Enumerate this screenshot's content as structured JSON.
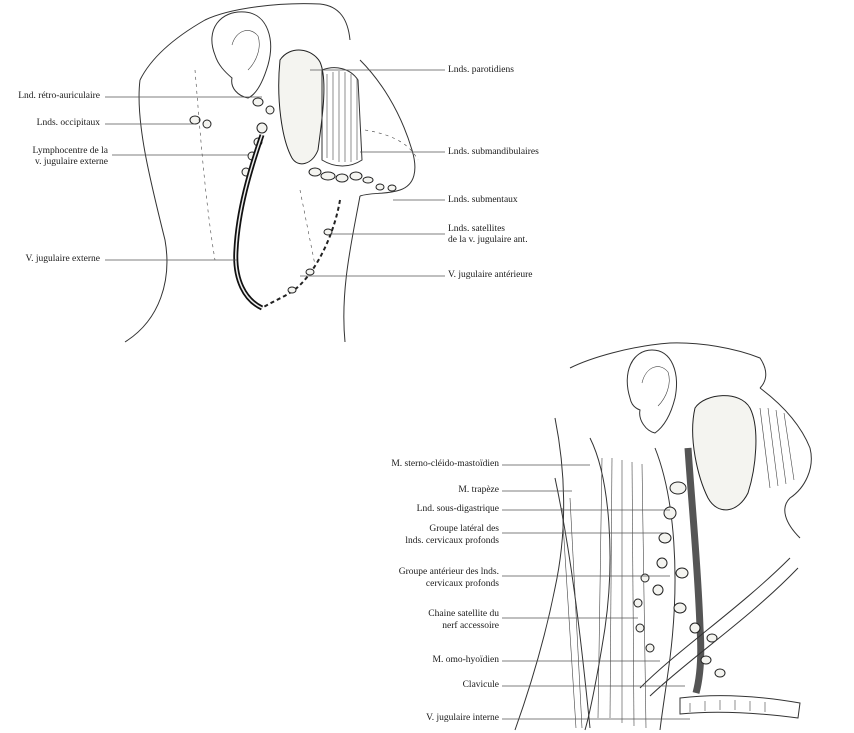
{
  "top_figure": {
    "labels_left": {
      "retro_auriculaire": "Lnd. rétro-auriculaire",
      "occipitaux": "Lnds. occipitaux",
      "lymphocentre_line1": "Lymphocentre de la",
      "lymphocentre_line2": "v. jugulaire externe",
      "jugulaire_externe": "V. jugulaire externe"
    },
    "labels_right": {
      "parotidiens": "Lnds. parotidiens",
      "submandibulaires": "Lnds. submandibulaires",
      "submentaux": "Lnds. submentaux",
      "satellites_line1": "Lnds. satellites",
      "satellites_line2": "de la v. jugulaire ant.",
      "jugulaire_anterieure": "V. jugulaire antérieure"
    }
  },
  "bottom_figure": {
    "labels": {
      "sterno": "M. sterno-cléido-mastoïdien",
      "trapeze": "M. trapèze",
      "sous_digastrique": "Lnd. sous-digastrique",
      "lateral_line1": "Groupe latéral des",
      "lateral_line2": "lnds. cervicaux profonds",
      "anterieur_line1": "Groupe antérieur des lnds.",
      "anterieur_line2": "cervicaux profonds",
      "chaine_line1": "Chaine satellite du",
      "chaine_line2": "nerf accessoire",
      "omo": "M. omo-hyoïdien",
      "clavicule": "Clavicule",
      "jugulaire_interne": "V. jugulaire interne"
    }
  }
}
